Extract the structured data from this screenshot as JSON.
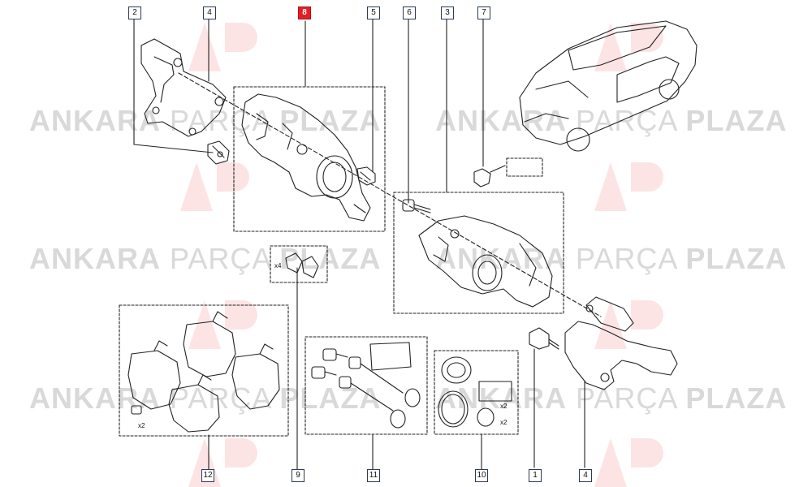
{
  "callouts": [
    {
      "id": "c2",
      "text": "2",
      "active": false
    },
    {
      "id": "c4a",
      "text": "4",
      "active": false
    },
    {
      "id": "c8",
      "text": "8",
      "active": true
    },
    {
      "id": "c5",
      "text": "5",
      "active": false
    },
    {
      "id": "c6",
      "text": "6",
      "active": false
    },
    {
      "id": "c3",
      "text": "3",
      "active": false
    },
    {
      "id": "c7",
      "text": "7",
      "active": false
    },
    {
      "id": "c12",
      "text": "12",
      "active": false
    },
    {
      "id": "c9",
      "text": "9",
      "active": false
    },
    {
      "id": "c11",
      "text": "11",
      "active": false
    },
    {
      "id": "c10",
      "text": "10",
      "active": false
    },
    {
      "id": "c1",
      "text": "1",
      "active": false
    },
    {
      "id": "c4b",
      "text": "4",
      "active": false
    }
  ],
  "quantities": {
    "x4": "x4",
    "x2_bolt": "x2",
    "x2_seal": "x2",
    "x2_boot": "x2"
  },
  "watermark": {
    "word1": "ANKARA",
    "word2": "PARÇA",
    "word3": "PLAZA"
  },
  "colors": {
    "line": "#222222",
    "callout_active": "#e31e24",
    "watermark": "#d9d9d9"
  }
}
